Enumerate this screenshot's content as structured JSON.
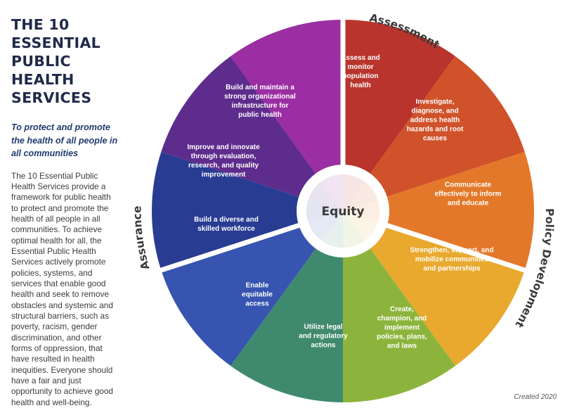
{
  "title_lines": [
    "THE 10 ESSENTIAL",
    "PUBLIC HEALTH",
    "SERVICES"
  ],
  "tagline_lines": [
    "To protect and promote",
    "the health of all people in",
    "all communities"
  ],
  "body_lines": [
    "The 10 Essential Public",
    "Health Services provide a",
    "framework for public health",
    "to protect and promote the",
    "health of all people in all",
    "communities. To achieve",
    "optimal health for all, the",
    "Essential Public Health",
    "Services actively promote",
    "policies, systems, and",
    "services that enable good",
    "health and seek to remove",
    "obstacles and systemic and",
    "structural barriers, such as",
    "poverty, racism, gender",
    "discrimination, and other",
    "forms of oppression, that",
    "have resulted in health",
    "inequities. Everyone should",
    "have a fair and just",
    "opportunity to achieve good",
    "health and well-being."
  ],
  "center": {
    "label": "Equity"
  },
  "groups": {
    "assessment": "Assessment",
    "policy": "Policy Development",
    "assurance": "Assurance"
  },
  "services": [
    {
      "lines": [
        "Assess and",
        "monitor",
        "population",
        "health"
      ],
      "color": "#b8342c"
    },
    {
      "lines": [
        "Investigate,",
        "diagnose, and",
        "address health",
        "hazards and root",
        "causes"
      ],
      "color": "#d0522a"
    },
    {
      "lines": [
        "Communicate",
        "effectively to inform",
        "and educate"
      ],
      "color": "#e4782a"
    },
    {
      "lines": [
        "Strengthen, support, and",
        "mobilize communities",
        "and partnerships"
      ],
      "color": "#e8a92e"
    },
    {
      "lines": [
        "Create,",
        "champion, and",
        "implement",
        "policies, plans,",
        "and laws"
      ],
      "color": "#8cb43c"
    },
    {
      "lines": [
        "Utilize legal",
        "and regulatory",
        "actions"
      ],
      "color": "#3f8a6e"
    },
    {
      "lines": [
        "Enable",
        "equitable",
        "access"
      ],
      "color": "#3654b0"
    },
    {
      "lines": [
        "Build a diverse and",
        "skilled workforce"
      ],
      "color": "#283c92"
    },
    {
      "lines": [
        "Improve and innovate",
        "through evaluation,",
        "research, and quality",
        "improvement"
      ],
      "color": "#5e2c8c"
    },
    {
      "lines": [
        "Build and maintain a",
        "strong organizational",
        "infrastructure for",
        "public health"
      ],
      "color": "#9a2ea2"
    }
  ],
  "footer": "Created 2020"
}
